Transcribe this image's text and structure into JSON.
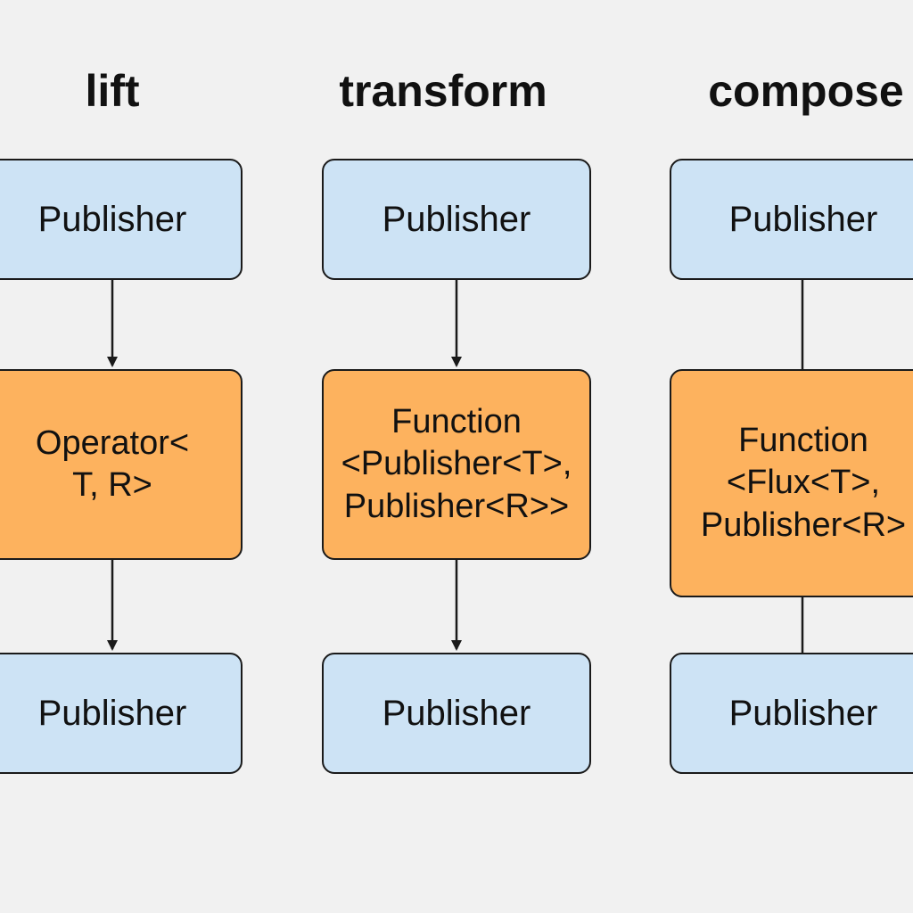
{
  "colors": {
    "background": "#f1f1f1",
    "publisher_fill": "#cde3f5",
    "function_fill": "#fdb25e",
    "stroke": "#1a1a1a"
  },
  "columns": [
    {
      "title": "lift",
      "top": "Publisher",
      "middle": "Operator<\nT, R>",
      "bottom": "Publisher"
    },
    {
      "title": "transform",
      "top": "Publisher",
      "middle": "Function\n<Publisher<T>,\nPublisher<R>>",
      "bottom": "Publisher"
    },
    {
      "title": "compose",
      "top": "Publisher",
      "middle": "Function\n<Flux<T>,\nPublisher<R>",
      "bottom": "Publisher"
    }
  ]
}
